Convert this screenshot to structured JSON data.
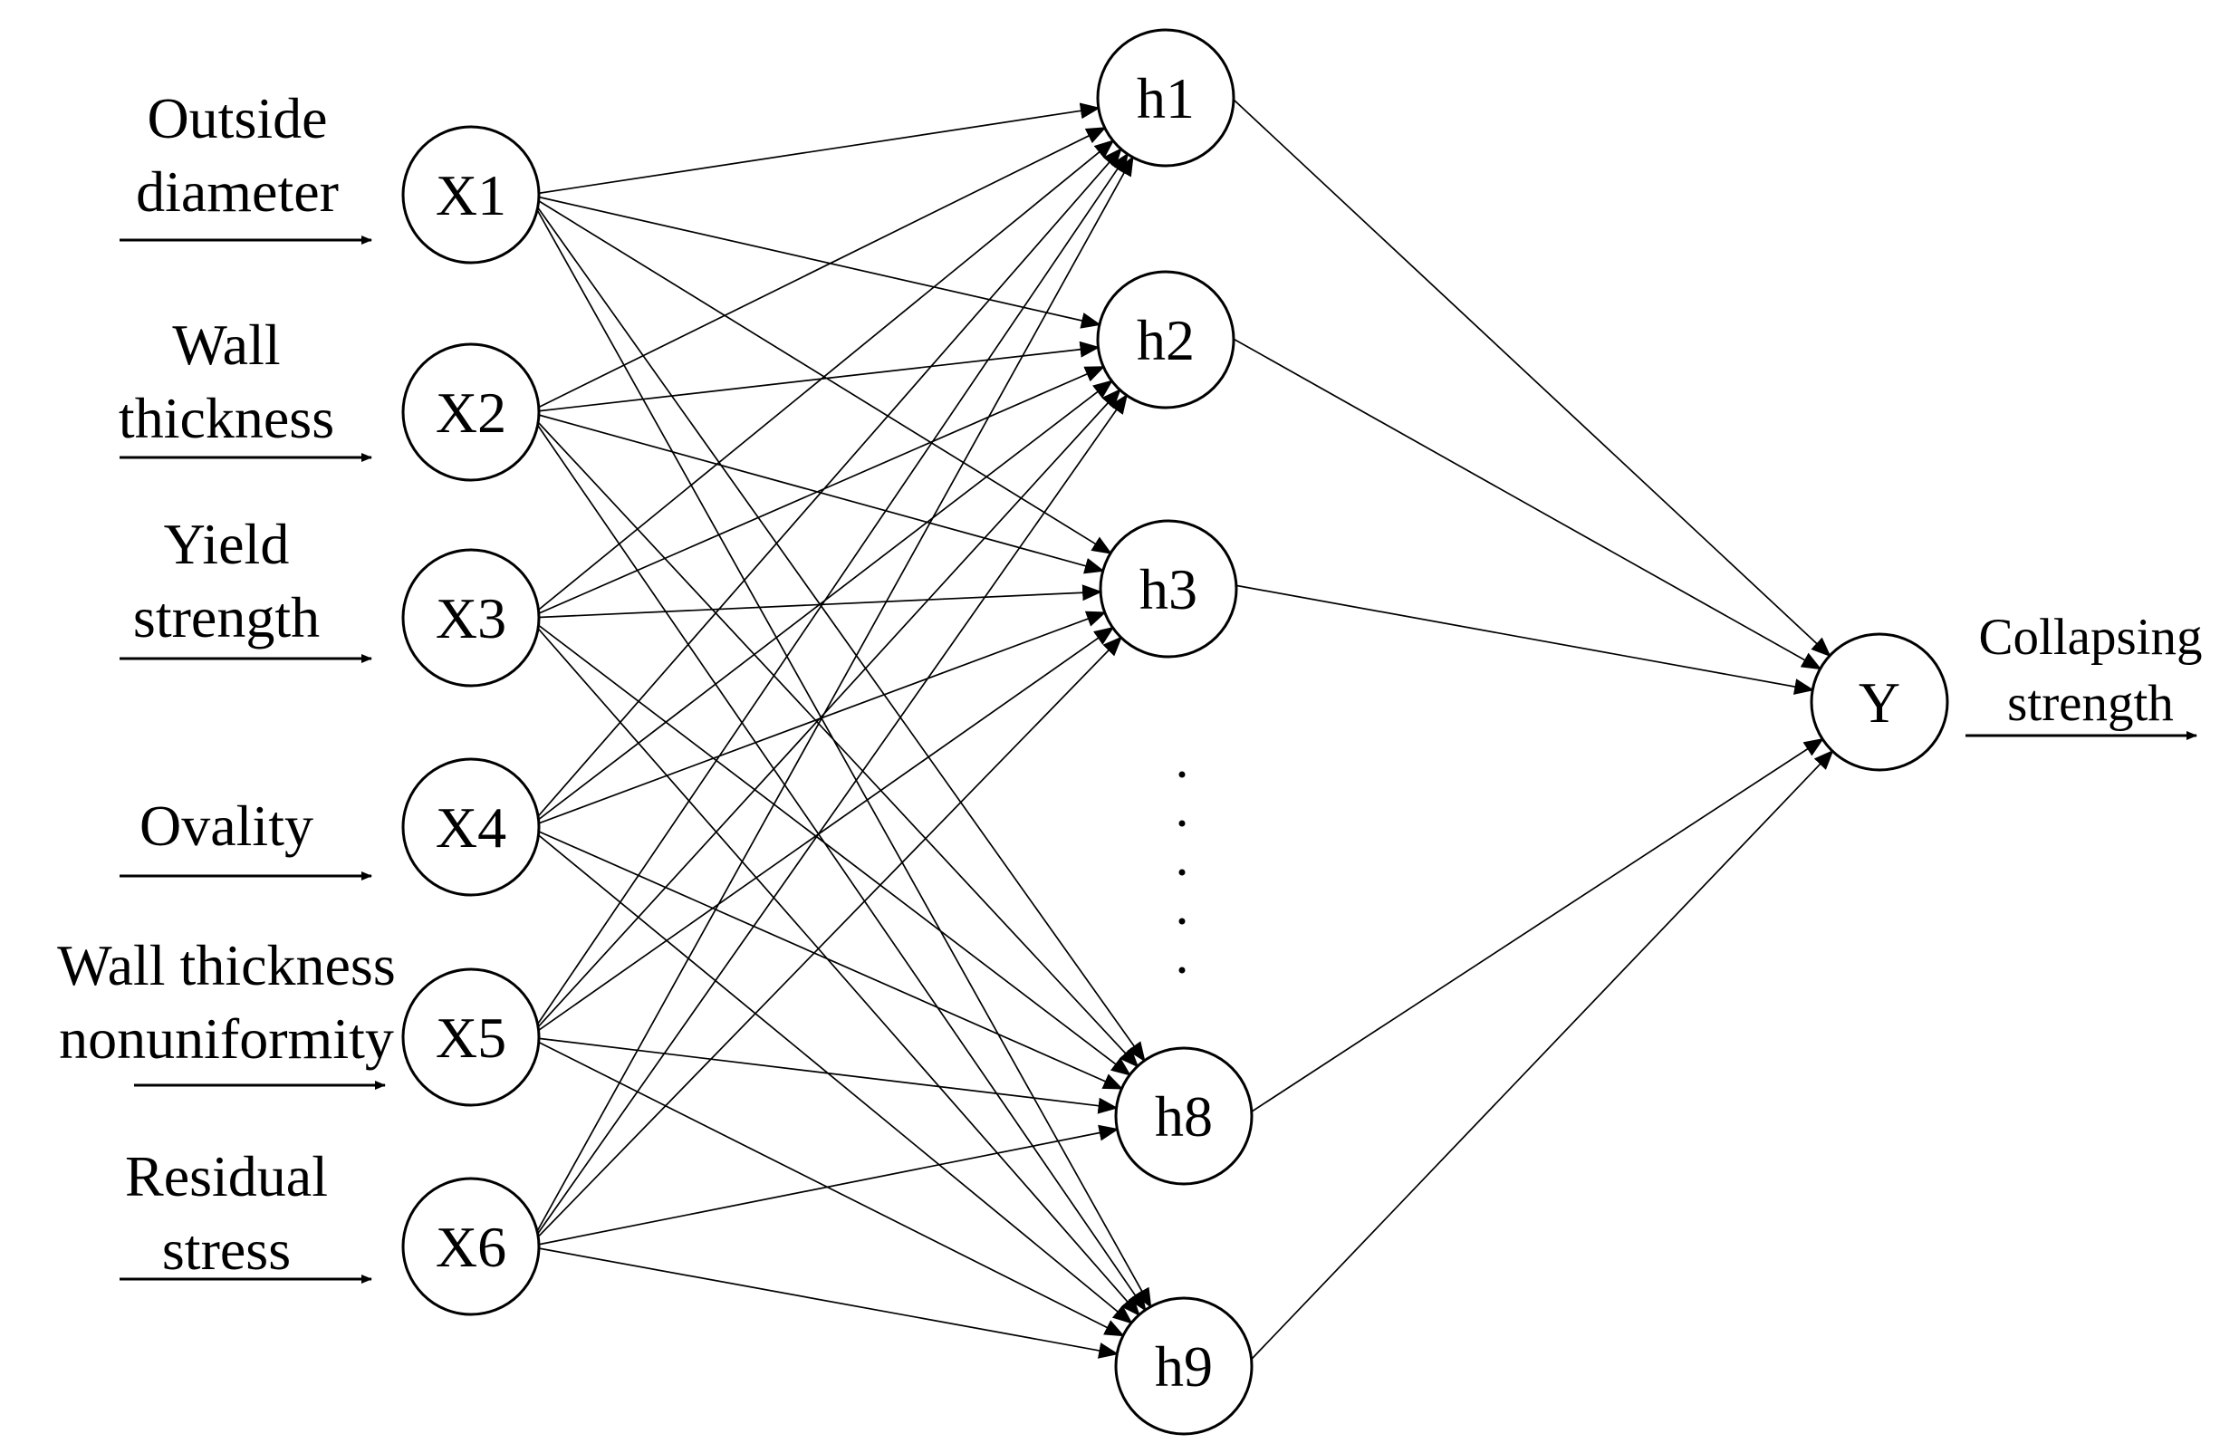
{
  "inputs": [
    {
      "id": "x1",
      "label": "X1",
      "feature_lines": [
        "Outside",
        "diameter"
      ]
    },
    {
      "id": "x2",
      "label": "X2",
      "feature_lines": [
        "Wall",
        "thickness"
      ]
    },
    {
      "id": "x3",
      "label": "X3",
      "feature_lines": [
        "Yield",
        "strength"
      ]
    },
    {
      "id": "x4",
      "label": "X4",
      "feature_lines": [
        "Ovality"
      ]
    },
    {
      "id": "x5",
      "label": "X5",
      "feature_lines": [
        "Wall thickness",
        "nonuniformity"
      ]
    },
    {
      "id": "x6",
      "label": "X6",
      "feature_lines": [
        "Residual",
        "stress"
      ]
    }
  ],
  "hidden": [
    {
      "id": "h1",
      "label": "h1"
    },
    {
      "id": "h2",
      "label": "h2"
    },
    {
      "id": "h3",
      "label": "h3"
    },
    {
      "id": "h8",
      "label": "h8"
    },
    {
      "id": "h9",
      "label": "h9"
    }
  ],
  "hidden_ellipsis": ".....",
  "output": {
    "id": "y",
    "label": "Y",
    "feature_lines": [
      "Collapsing",
      "strength"
    ]
  }
}
